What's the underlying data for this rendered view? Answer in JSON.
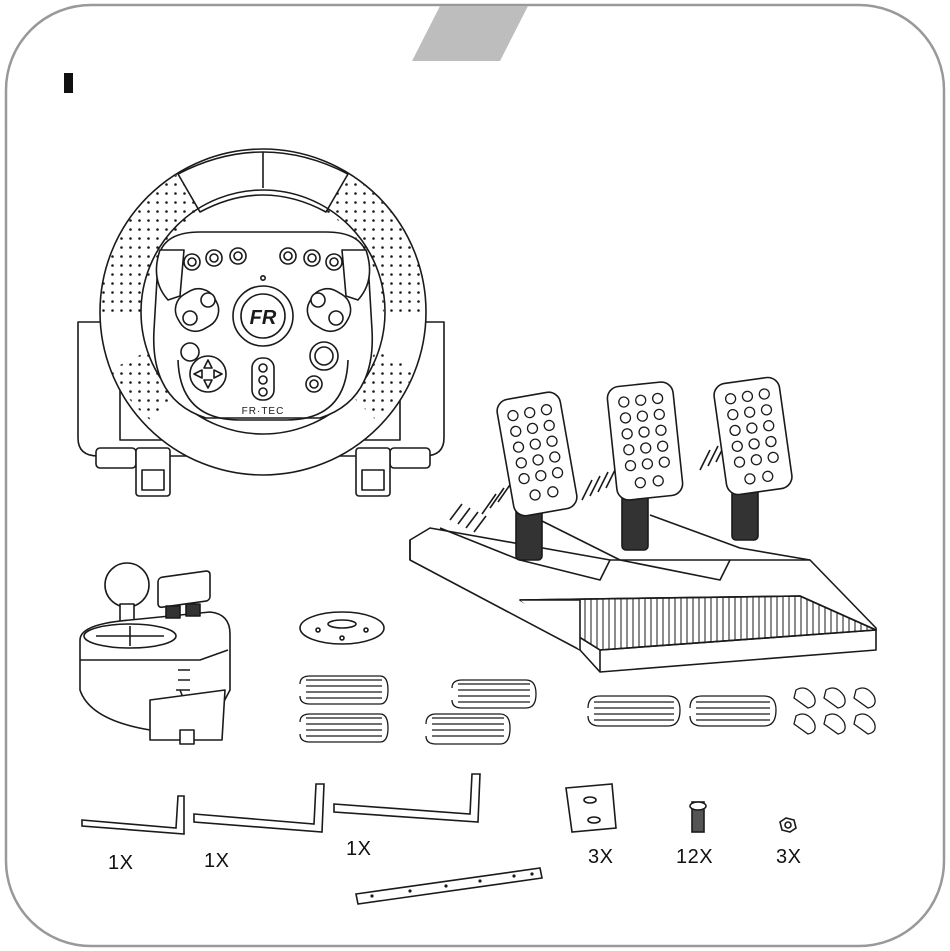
{
  "logo_text": "FR·TEC",
  "hub_text": "FR",
  "quantities": {
    "wrench_small": "1X",
    "wrench_medium": "1X",
    "wrench_large": "1X",
    "plate": "3X",
    "bolt": "12X",
    "nut": "3X"
  },
  "colors": {
    "line": "#1a1a1a",
    "frame": "#999999",
    "tab": "#bdbdbd",
    "fill": "#ffffff"
  }
}
